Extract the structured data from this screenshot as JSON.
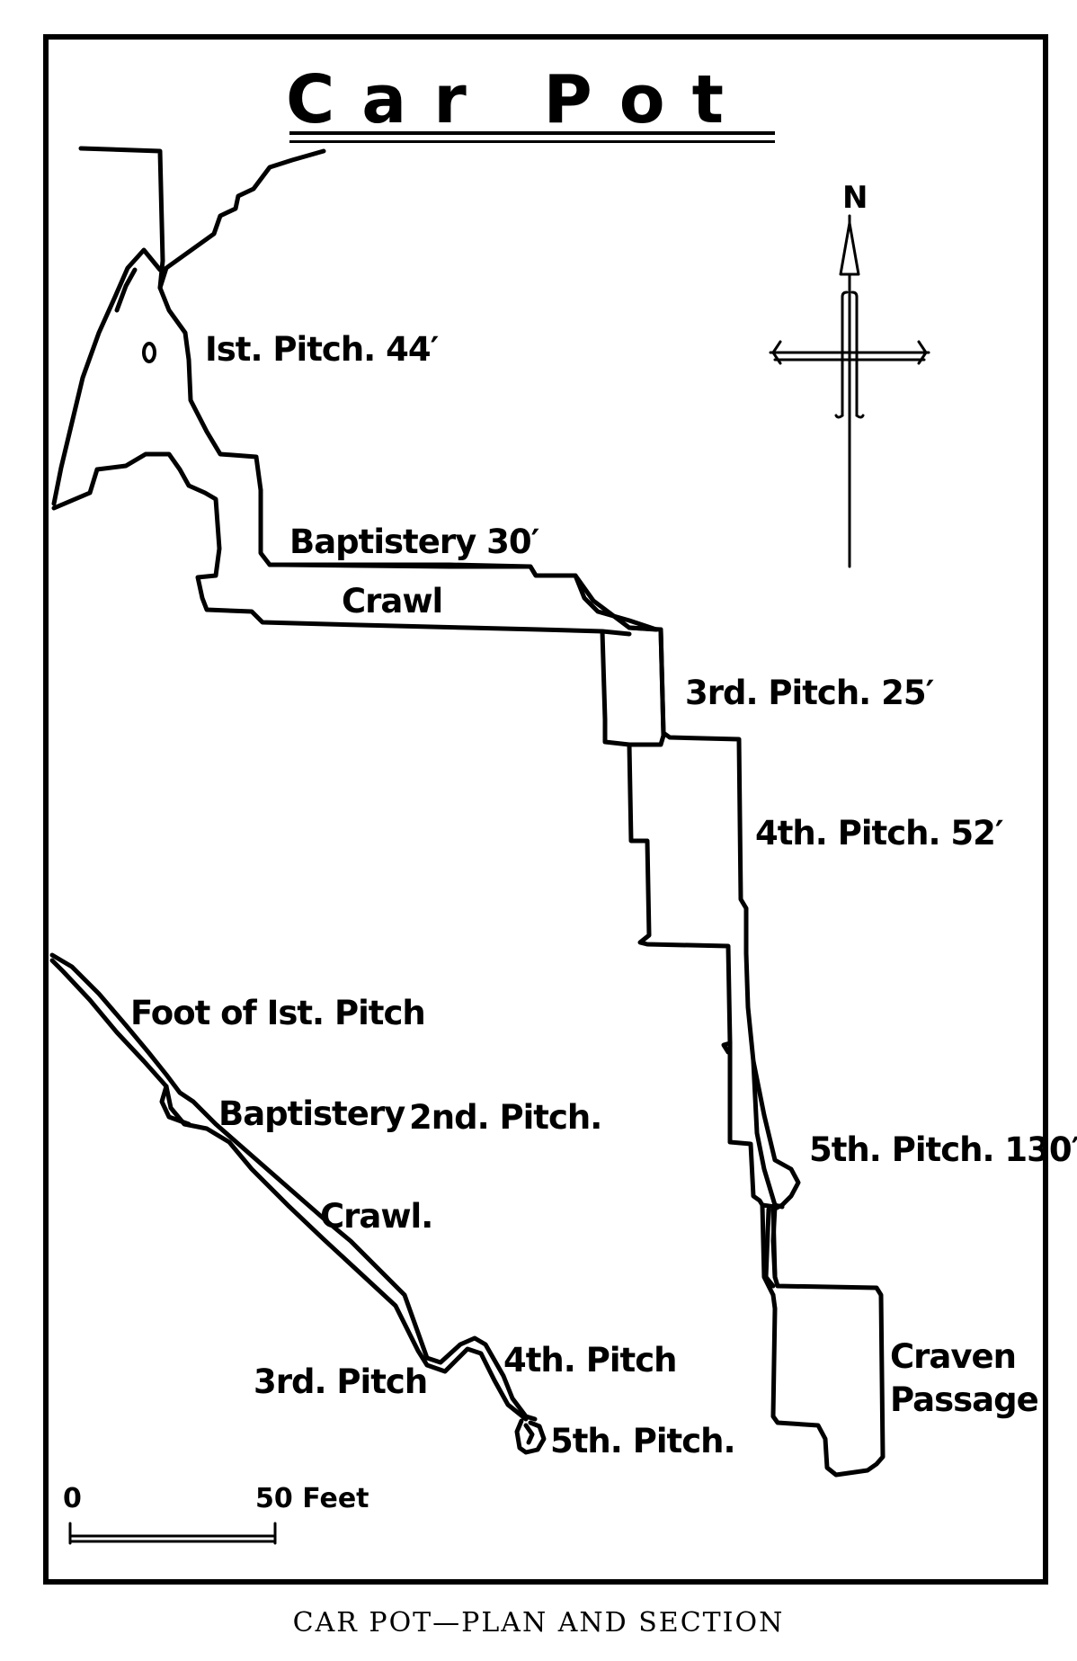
{
  "title": "Car Pot",
  "caption": "CAR POT—PLAN AND SECTION",
  "compass": {
    "north_label": "N"
  },
  "scale": {
    "start_label": "0",
    "end_label": "50 Feet"
  },
  "plan_labels": {
    "pitch1": "Ist. Pitch. 44′",
    "baptistery": "Baptistery 30′",
    "crawl": "Crawl",
    "pitch3": "3rd. Pitch. 25′",
    "pitch4": "4th. Pitch. 52′",
    "pitch5": "5th. Pitch. 130′",
    "craven_line1": "Craven",
    "craven_line2": "Passage"
  },
  "section_labels": {
    "foot": "Foot of Ist. Pitch",
    "baptistery": "Baptistery",
    "pitch2": "2nd. Pitch.",
    "crawl": "Crawl.",
    "pitch3": "3rd. Pitch",
    "pitch4": "4th. Pitch",
    "pitch5": "5th. Pitch."
  },
  "colors": {
    "ink": "#000000",
    "paper": "#ffffff"
  }
}
